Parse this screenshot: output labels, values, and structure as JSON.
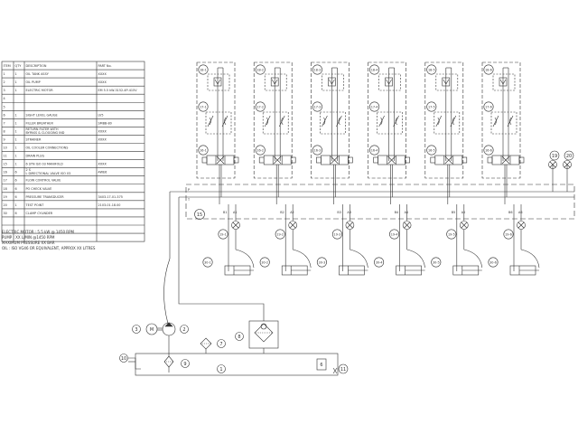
{
  "bom": {
    "headers": [
      "ITEM",
      "QTY",
      "DESCRIPTION",
      "PART No."
    ],
    "rows": [
      {
        "item": "1",
        "qty": "1",
        "desc": "OIL TANK ASSY",
        "part": "XXXX"
      },
      {
        "item": "2",
        "qty": "1",
        "desc": "OIL PUMP",
        "part": "XXXX"
      },
      {
        "item": "3",
        "qty": "1",
        "desc": "ELECTRIC MOTOR",
        "part": "EM 5.5 kW-3152-4P-415V"
      },
      {
        "item": "4",
        "qty": "",
        "desc": "",
        "part": ""
      },
      {
        "item": "5",
        "qty": "",
        "desc": "",
        "part": ""
      },
      {
        "item": "6",
        "qty": "1",
        "desc": "SIGHT LEVEL GAUGE",
        "part": "LV5"
      },
      {
        "item": "7",
        "qty": "1",
        "desc": "FILLER BREATHER",
        "part": "SMBB-80"
      },
      {
        "item": "8",
        "qty": "1",
        "desc": "RETURN FILTER WITH BYPASS & CLOGGING IND",
        "part": "XXXX"
      },
      {
        "item": "9",
        "qty": "1",
        "desc": "STRAINER",
        "part": "XXXX"
      },
      {
        "item": "10",
        "qty": "1",
        "desc": "OIL COOLER CONNECTIONS",
        "part": ""
      },
      {
        "item": "11",
        "qty": "1",
        "desc": "DRAIN PLUG",
        "part": ""
      },
      {
        "item": "15",
        "qty": "1",
        "desc": "6 STN ISO 03 MANIFOLD",
        "part": "XXXX"
      },
      {
        "item": "16",
        "qty": "6",
        "desc": "2 SOL DIRECTIONAL VALVE ISO 03",
        "part": "4WE6"
      },
      {
        "item": "17",
        "qty": "6",
        "desc": "FLOW CONTROL VALVE",
        "part": ""
      },
      {
        "item": "18",
        "qty": "6",
        "desc": "PO CHECK VALVE",
        "part": ""
      },
      {
        "item": "19",
        "qty": "6",
        "desc": "PRESSURE TRANSDUCER",
        "part": "3403-17-01-375"
      },
      {
        "item": "20",
        "qty": "1",
        "desc": "TEST POINT",
        "part": "2103-01.18.00"
      },
      {
        "item": "30",
        "qty": "6",
        "desc": "CLAMP CYLINDER",
        "part": ""
      },
      {
        "item": "",
        "qty": "",
        "desc": "",
        "part": ""
      },
      {
        "item": "",
        "qty": "",
        "desc": "",
        "part": ""
      },
      {
        "item": "",
        "qty": "",
        "desc": "",
        "part": ""
      }
    ]
  },
  "notes": [
    "ELECTRIC MOTOR : 5.5 kW @ 1450 RPM",
    "PUMP : XX L/MIN @1450 RPM",
    "MAXIMUM PRESSURE XX BAR",
    "OIL : ISO VG46 OR EQUIVALENT, APPROX XX LITRES"
  ],
  "stations": [
    {
      "pc": "18-1",
      "fc": "17-1",
      "dv": "16-1",
      "pt": "19-1",
      "cyl": "30-1",
      "b": "B1",
      "a": "A1"
    },
    {
      "pc": "18-2",
      "fc": "17-2",
      "dv": "16-2",
      "pt": "19-2",
      "cyl": "30-2",
      "b": "B2",
      "a": "A2"
    },
    {
      "pc": "18-3",
      "fc": "17-3",
      "dv": "16-3",
      "pt": "19-3",
      "cyl": "30-3",
      "b": "B3",
      "a": "A3"
    },
    {
      "pc": "18-4",
      "fc": "17-4",
      "dv": "16-4",
      "pt": "19-4",
      "cyl": "30-4",
      "b": "B4",
      "a": "A4"
    },
    {
      "pc": "18-5",
      "fc": "17-5",
      "dv": "16-5",
      "pt": "19-5",
      "cyl": "30-5",
      "b": "B5",
      "a": "A5"
    },
    {
      "pc": "18-6",
      "fc": "17-6",
      "dv": "16-6",
      "pt": "19-6",
      "cyl": "30-6",
      "b": "B6",
      "a": "A6"
    }
  ],
  "labels": {
    "manifold": "15",
    "test_point": "20",
    "pressure_transducer_main": "19",
    "motor_item": "3",
    "motor_symbol": "M",
    "pump_item": "2",
    "breather_item": "7",
    "return_filter_item": "8",
    "strainer_item": "9",
    "cooler_item": "10",
    "tank_item": "1",
    "gauge_item": "6",
    "drain_item": "11",
    "port_p": "P",
    "port_t": "T"
  },
  "colors": {
    "line": "#333333",
    "background": "#ffffff"
  }
}
